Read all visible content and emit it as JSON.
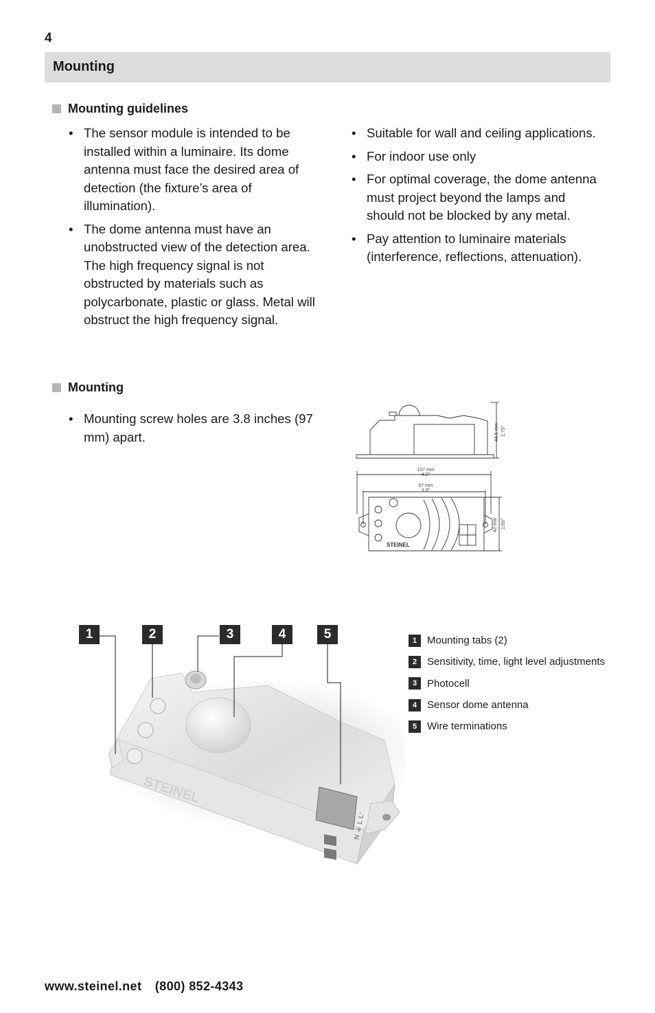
{
  "page_number": "4",
  "section_title": "Mounting",
  "guidelines": {
    "heading": "Mounting guidelines",
    "left_items": [
      "The sensor module is intended to be installed within a luminaire. Its dome antenna must face the desired area of detection (the fixture’s area of illumination).",
      "The dome antenna must have an unobstructed view of the detection area. The high frequency signal is not obstructed by materials such as polycarbonate, plastic or glass. Metal will obstruct the high frequency signal."
    ],
    "right_items": [
      "Suitable for wall and ceiling applications.",
      "For indoor use only",
      "For optimal coverage, the dome antenna must project beyond the lamps and should not be blocked by any metal.",
      "Pay attention to luminaire materials (interference, reflections, attenuation)."
    ]
  },
  "mounting": {
    "heading": "Mounting",
    "items": [
      "Mounting screw holes are 3.8 inches (97 mm) apart."
    ]
  },
  "dimensions": {
    "height_mm": "44.5 mm",
    "height_in": "1.75\"",
    "length_mm": "107 mm",
    "length_in": "4.2\"",
    "holes_mm": "97 mm",
    "holes_in": "3.8\"",
    "width_mm": "42 mm",
    "width_in": "1.65\"",
    "brand": "STEINEL"
  },
  "product_brand": "STEINEL",
  "terminal_labels": "N ⏚ L L'",
  "callouts": [
    "1",
    "2",
    "3",
    "4",
    "5"
  ],
  "legend": [
    {
      "num": "1",
      "label": "Mounting tabs (2)"
    },
    {
      "num": "2",
      "label": "Sensitivity, time, light level adjustments"
    },
    {
      "num": "3",
      "label": "Photocell"
    },
    {
      "num": "4",
      "label": "Sensor dome antenna"
    },
    {
      "num": "5",
      "label": "Wire terminations"
    }
  ],
  "footer": {
    "website": "www.steinel.net",
    "phone": "(800) 852-4343"
  },
  "colors": {
    "section_bar": "#dcdcdc",
    "bullet_square": "#b4b4b4",
    "callout_bg": "#2b2b2b"
  }
}
